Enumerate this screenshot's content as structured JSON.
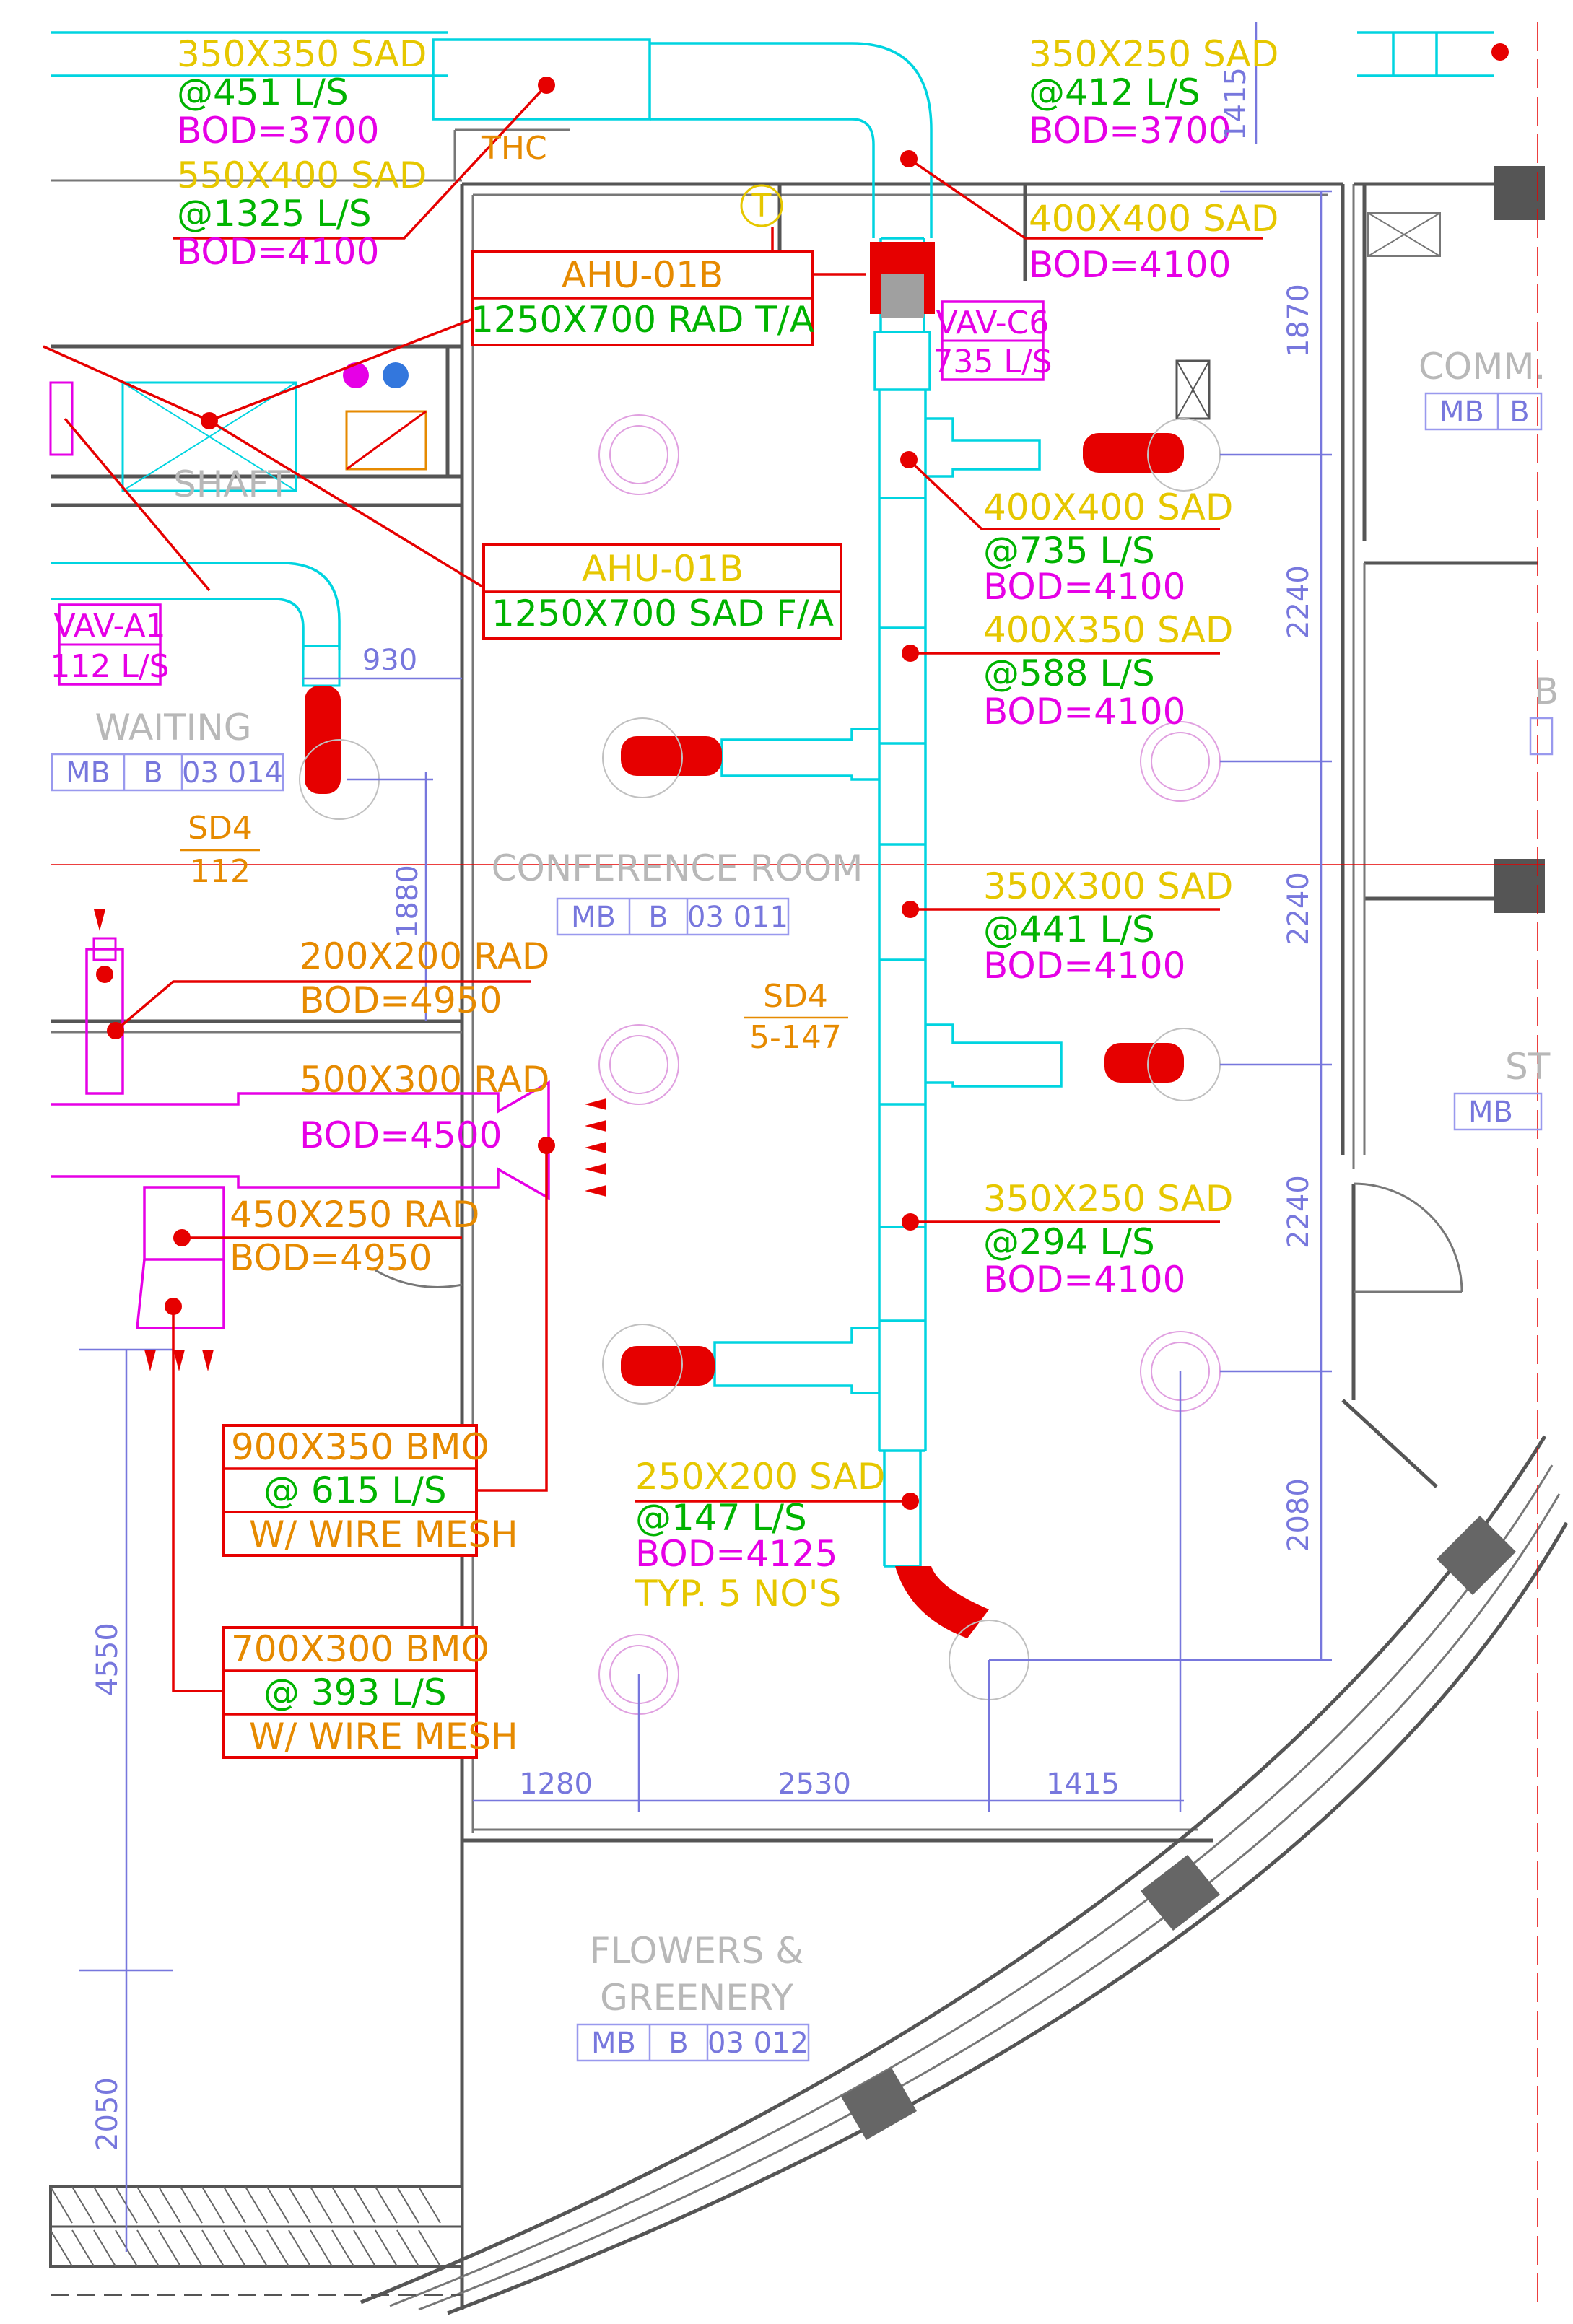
{
  "drawing": {
    "supply_tags": [
      {
        "size": "350X350  SAD",
        "flow": "@451  L/S",
        "bod": "BOD=3700"
      },
      {
        "size": "350X250  SAD",
        "flow": "@412  L/S",
        "bod": "BOD=3700"
      },
      {
        "size": "550X400  SAD",
        "flow": "@1325  L/S",
        "bod": "BOD=4100"
      },
      {
        "size": "400X400  SAD",
        "flow": "",
        "bod": "BOD=4100"
      },
      {
        "size": "400X400  SAD",
        "flow": "@735  L/S",
        "bod": "BOD=4100"
      },
      {
        "size": "400X350  SAD",
        "flow": "@588  L/S",
        "bod": "BOD=4100"
      },
      {
        "size": "350X300  SAD",
        "flow": "@441  L/S",
        "bod": "BOD=4100"
      },
      {
        "size": "350X250  SAD",
        "flow": "@294  L/S",
        "bod": "BOD=4100"
      },
      {
        "size": "250X200  SAD",
        "flow": "@147  L/S",
        "bod": "BOD=4125",
        "note": "TYP.  5  NO'S"
      }
    ],
    "return_tags": [
      {
        "size": "200X200  RAD",
        "bod": "BOD=4950"
      },
      {
        "size": "500X300  RAD",
        "bod": "BOD=4500"
      },
      {
        "size": "450X250  RAD",
        "bod": "BOD=4950"
      }
    ],
    "ahu_boxes": [
      {
        "title": "AHU-01B",
        "desc": "1250X700  RAD  T/A"
      },
      {
        "title": "AHU-01B",
        "desc": "1250X700  SAD  F/A"
      }
    ],
    "bmo_boxes": [
      {
        "size": "900X350  BMO",
        "flow": "@  615  L/S",
        "note": "W/  WIRE  MESH"
      },
      {
        "size": "700X300  BMO",
        "flow": "@  393  L/S",
        "note": "W/  WIRE  MESH"
      }
    ],
    "vav_boxes": [
      {
        "name": "VAV-C6",
        "flow": "735 L/S"
      },
      {
        "name": "VAV-A1",
        "flow": "112 L/S"
      }
    ],
    "diffuser_tags": [
      {
        "code": "SD4",
        "value": "112"
      },
      {
        "code": "SD4",
        "value": "5-147"
      }
    ],
    "rooms": [
      {
        "name": "WAITING",
        "tag": [
          "MB",
          "B",
          "03 014"
        ]
      },
      {
        "name": "CONFERENCE ROOM",
        "tag": [
          "MB",
          "B",
          "03 011"
        ]
      },
      {
        "name": "FLOWERS &",
        "name2": "GREENERY",
        "tag": [
          "MB",
          "B",
          "03 012"
        ]
      },
      {
        "name": "COMM.",
        "tag": [
          "MB",
          "B"
        ]
      },
      {
        "name": "ST",
        "tag": [
          "MB"
        ]
      },
      {
        "name": "B",
        "tag": []
      }
    ],
    "labels": {
      "shaft": "SHAFT",
      "thc": "THC",
      "thermostat": "T"
    },
    "dimensions": {
      "top_right": "1415",
      "right_1": "1870",
      "right_2": "2240",
      "right_3": "2240",
      "right_4": "2240",
      "right_5": "2080",
      "bottom_1": "1280",
      "bottom_2": "2530",
      "bottom_3": "1415",
      "waiting_w": "930",
      "waiting_h": "1880",
      "left_1": "4550",
      "left_2": "2050"
    }
  }
}
